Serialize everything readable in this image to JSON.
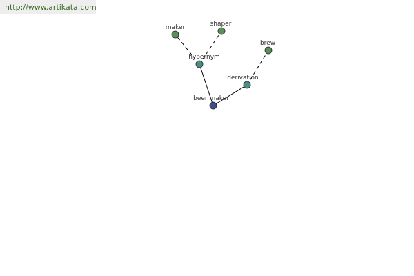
{
  "source_link": "http://www.artikata.com",
  "colors": {
    "link_text": "#3a6b25",
    "url_bar_bg": "#eeeeee",
    "node_leaf": "#5b8f5a",
    "node_relation": "#4e8a86",
    "node_root": "#3f4d8c",
    "node_stroke": "#1c2b20",
    "edge": "#000000"
  },
  "graph": {
    "nodes": [
      {
        "id": "beer-maker",
        "label": "beer maker",
        "kind": "root"
      },
      {
        "id": "hypernym",
        "label": "hypernym",
        "kind": "relation"
      },
      {
        "id": "derivation",
        "label": "derivation",
        "kind": "relation"
      },
      {
        "id": "maker",
        "label": "maker",
        "kind": "leaf"
      },
      {
        "id": "shaper",
        "label": "shaper",
        "kind": "leaf"
      },
      {
        "id": "brew",
        "label": "brew",
        "kind": "leaf"
      }
    ],
    "edges": [
      {
        "from": "beer-maker",
        "to": "hypernym",
        "style": "solid"
      },
      {
        "from": "beer-maker",
        "to": "derivation",
        "style": "solid"
      },
      {
        "from": "hypernym",
        "to": "maker",
        "style": "dashed"
      },
      {
        "from": "hypernym",
        "to": "shaper",
        "style": "dashed"
      },
      {
        "from": "derivation",
        "to": "brew",
        "style": "dashed"
      }
    ]
  }
}
